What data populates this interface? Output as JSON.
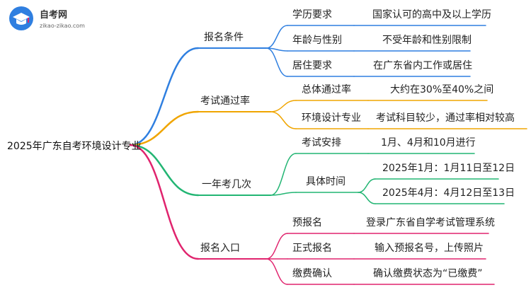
{
  "logo": {
    "title": "自考网",
    "subtitle": "zikao-zikao.com"
  },
  "root": "2025年广东自考环境设计专业",
  "branches": [
    {
      "label": "报名条件",
      "color": "#2f7fe0",
      "children": [
        {
          "label": "学历要求",
          "value": "国家认可的高中及以上学历"
        },
        {
          "label": "年龄与性别",
          "value": "不受年龄和性别限制"
        },
        {
          "label": "居住要求",
          "value": "在广东省内工作或居住"
        }
      ]
    },
    {
      "label": "考试通过率",
      "color": "#f0a500",
      "children": [
        {
          "label": "总体通过率",
          "value": "大约在30%至40%之间"
        },
        {
          "label": "环境设计专业",
          "value": "考试科目较少，通过率相对较高"
        }
      ]
    },
    {
      "label": "一年考几次",
      "color": "#22b573",
      "children": [
        {
          "label": "考试安排",
          "value": "1月、4月和10月进行"
        },
        {
          "label": "具体时间",
          "values": [
            "2025年1月：1月11日至12日",
            "2025年4月：4月12日至13日"
          ]
        }
      ]
    },
    {
      "label": "报名入口",
      "color": "#e0246e",
      "children": [
        {
          "label": "预报名",
          "value": "登录广东省自学考试管理系统"
        },
        {
          "label": "正式报名",
          "value": "输入预报名号，上传照片"
        },
        {
          "label": "缴费确认",
          "value": "确认缴费状态为“已缴费”"
        }
      ]
    }
  ]
}
